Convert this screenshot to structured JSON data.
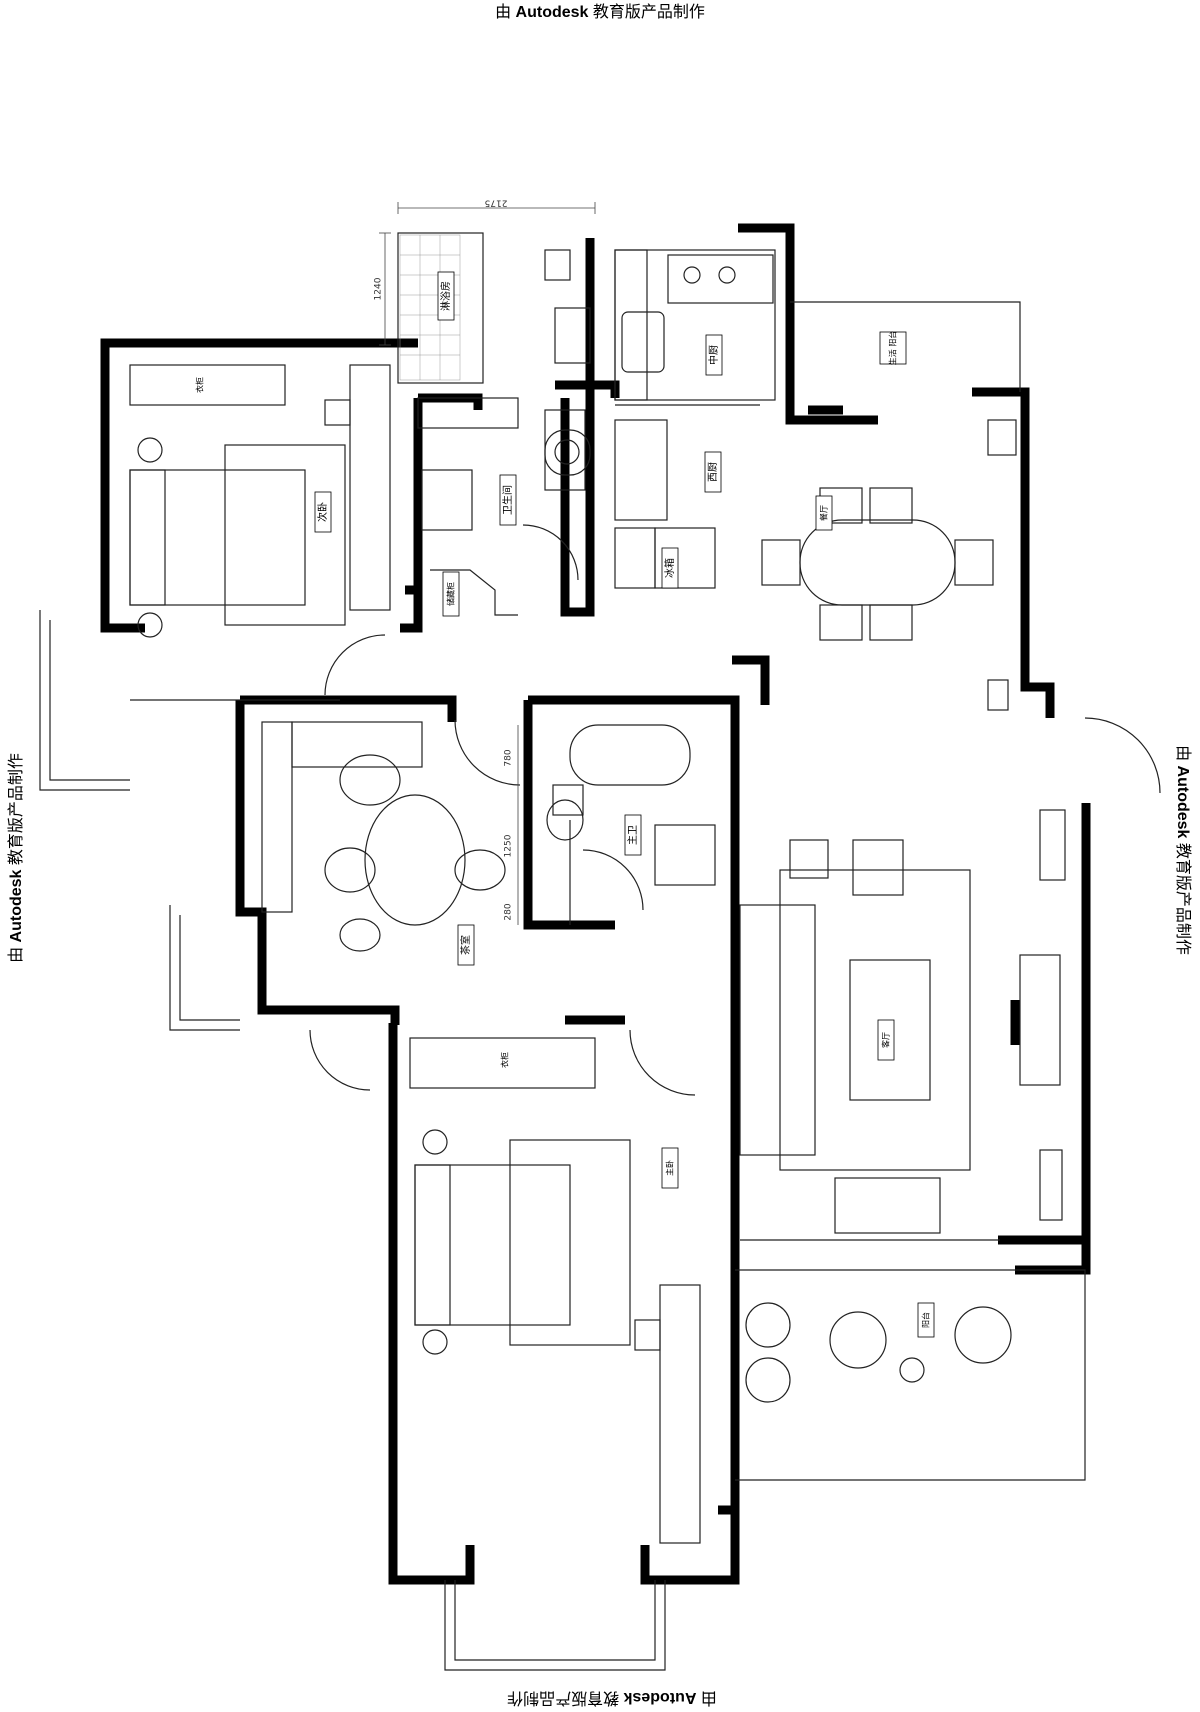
{
  "watermark": {
    "prefix": "由",
    "brand": "Autodesk",
    "suffix": "教育版产品制作"
  },
  "rooms": {
    "shower": "淋浴房",
    "middle_kitchen": "中厨",
    "living_balcony": "生活\n阳台",
    "wardrobe_second": "衣柜",
    "second_bedroom": "次卧",
    "bathroom": "卫生间",
    "storage": "储藏柜",
    "western_kitchen": "西厨",
    "fridge": "冰箱",
    "dining": "餐厅",
    "master_bath": "主卫",
    "tea_room": "茶室",
    "wardrobe_master": "衣柜",
    "master_bedroom": "主卧",
    "living_room": "客厅",
    "balcony": "阳台"
  },
  "dimensions": {
    "shower_width": "2175",
    "shower_depth": "1240",
    "dim_a": "780",
    "dim_b": "1250",
    "dim_c": "280"
  }
}
